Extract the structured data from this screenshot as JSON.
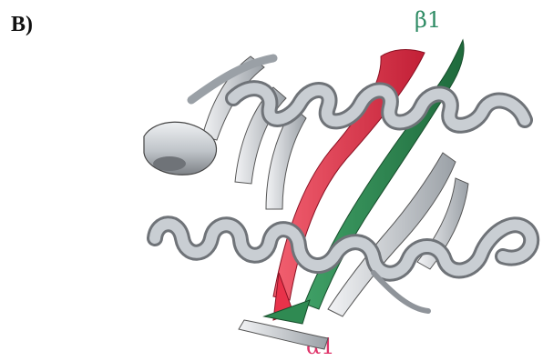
{
  "panel_label": "B)",
  "labels": {
    "beta": {
      "text": "β1",
      "color": "#2e8b64"
    },
    "alpha": {
      "text": "α1",
      "color": "#e0356a"
    }
  },
  "colors": {
    "strand_highlight_red": "#e8324a",
    "strand_highlight_green": "#2f8a52",
    "backbone_grey": "#c9ced3",
    "shadow_grey": "#6f7378"
  }
}
